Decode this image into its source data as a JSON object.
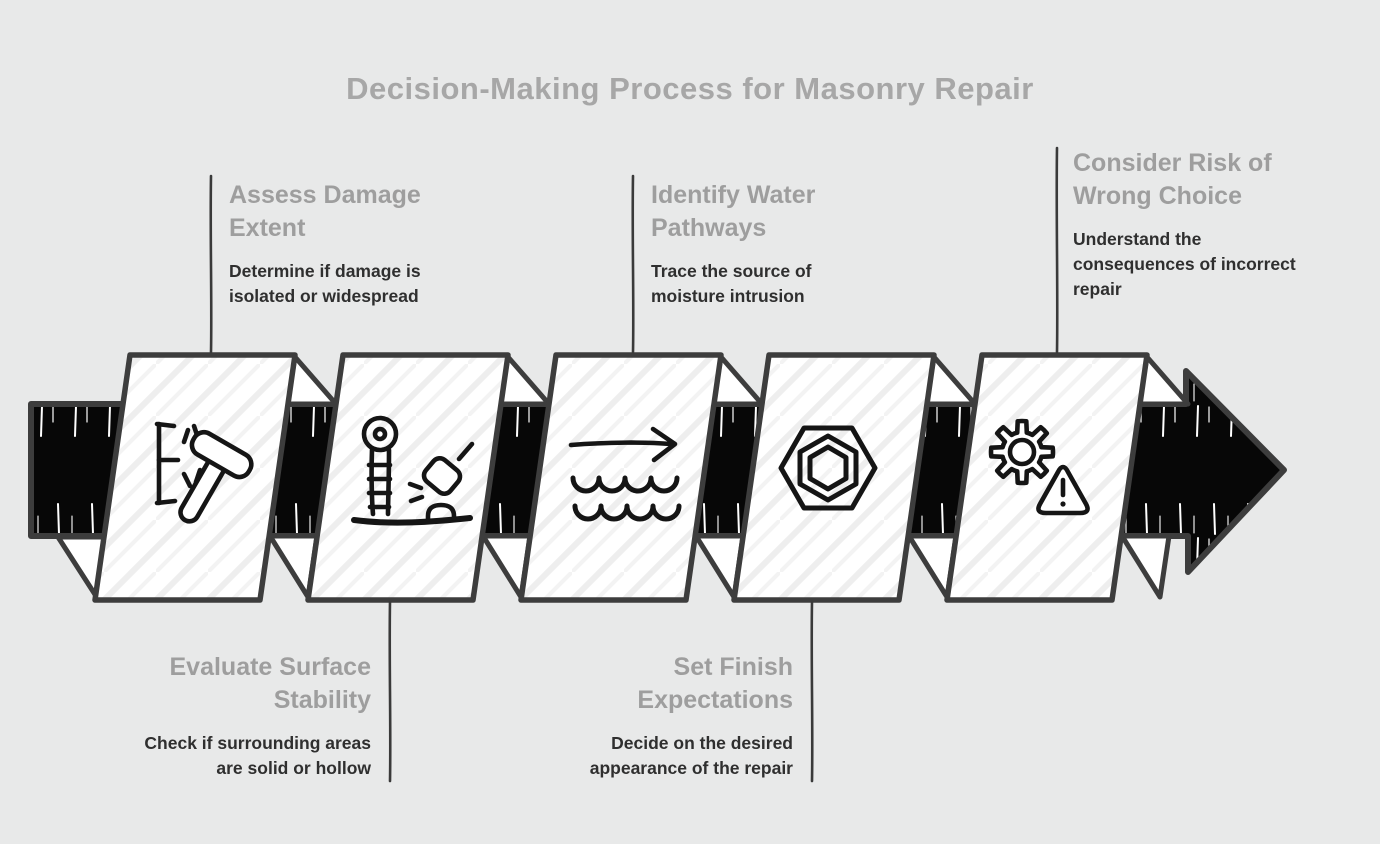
{
  "title": "Decision-Making Process for Masonry Repair",
  "diagram_type": "folded-ribbon-arrow-process",
  "steps": [
    {
      "order": 1,
      "label_position": "top",
      "heading": "Assess Damage\nExtent",
      "description": "Determine if damage is\nisolated or widespread",
      "icon": "hammer-wall-icon"
    },
    {
      "order": 2,
      "label_position": "bottom",
      "heading": "Evaluate Surface\nStability",
      "description": "Check if surrounding areas\nare solid or hollow",
      "icon": "tap-test-gauge-icon"
    },
    {
      "order": 3,
      "label_position": "top",
      "heading": "Identify Water\nPathways",
      "description": "Trace the source of\nmoisture intrusion",
      "icon": "water-flow-arrow-icon"
    },
    {
      "order": 4,
      "label_position": "bottom",
      "heading": "Set Finish\nExpectations",
      "description": "Decide on the desired\nappearance of the repair",
      "icon": "hex-nut-icon"
    },
    {
      "order": 5,
      "label_position": "top",
      "heading": "Consider Risk of\nWrong Choice",
      "description": "Understand the\nconsequences of incorrect\nrepair",
      "icon": "gear-warning-icon"
    }
  ],
  "colors": {
    "background": "#e8e9e9",
    "title_text": "#a7a7a7",
    "heading_text": "#9e9e9e",
    "body_text": "#2f2f2f",
    "outline": "#3d3d3d",
    "arrow_fill": "#070707",
    "card_fill": "#ffffff",
    "icon_stroke": "#151515"
  }
}
